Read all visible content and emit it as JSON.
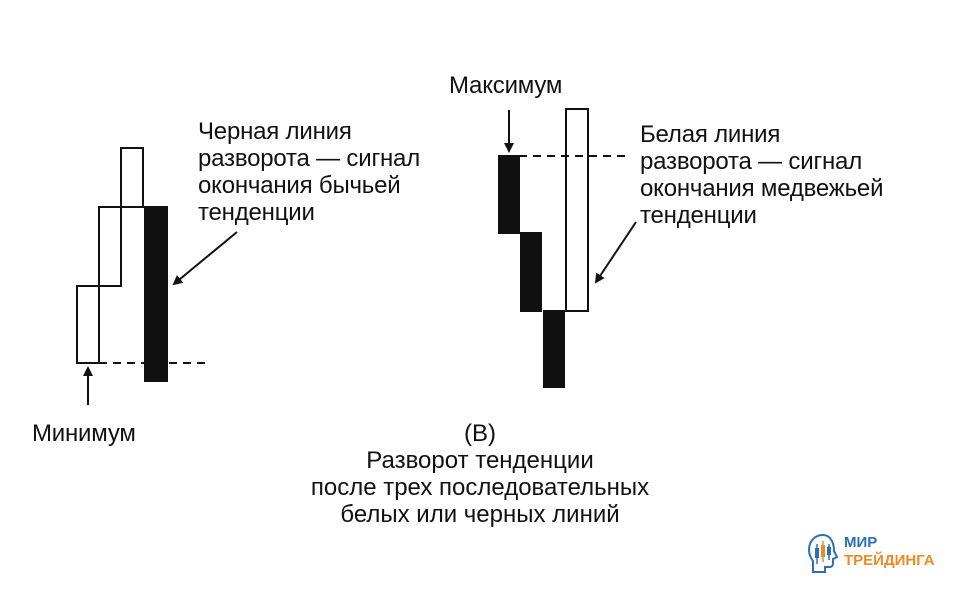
{
  "left_panel": {
    "annotation_lines": [
      "Черная линия",
      "разворота — сигнал",
      "окончания бычьей",
      "тенденции"
    ],
    "minimum_label": "Минимум"
  },
  "right_panel": {
    "maximum_label": "Максимум",
    "annotation_lines": [
      "Белая линия",
      "разворота — сигнал",
      "окончания медвежьей",
      "тенденции"
    ]
  },
  "caption": {
    "letter": "(В)",
    "lines": [
      "Разворот тенденции",
      "после трех последовательных",
      "белых или черных линий"
    ]
  },
  "logo": {
    "line1": "МИР",
    "line2": "ТРЕЙДИНГА",
    "colors": {
      "primary": "#2b6fb6",
      "accent": "#f08a24"
    }
  },
  "colors": {
    "ink": "#111111",
    "white_line_fill": "#ffffff",
    "black_line_fill": "#111111"
  }
}
